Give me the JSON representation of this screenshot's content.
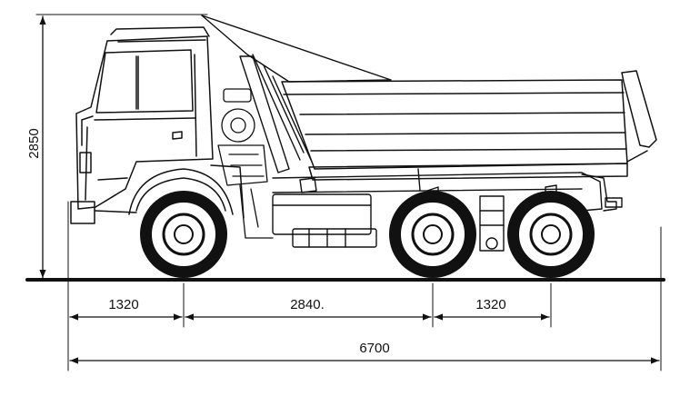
{
  "dimensions": {
    "height": "2850",
    "front_overhang": "1320",
    "wheelbase": "2840.",
    "rear_axle_spacing": "1320",
    "overall_length": "6700"
  }
}
